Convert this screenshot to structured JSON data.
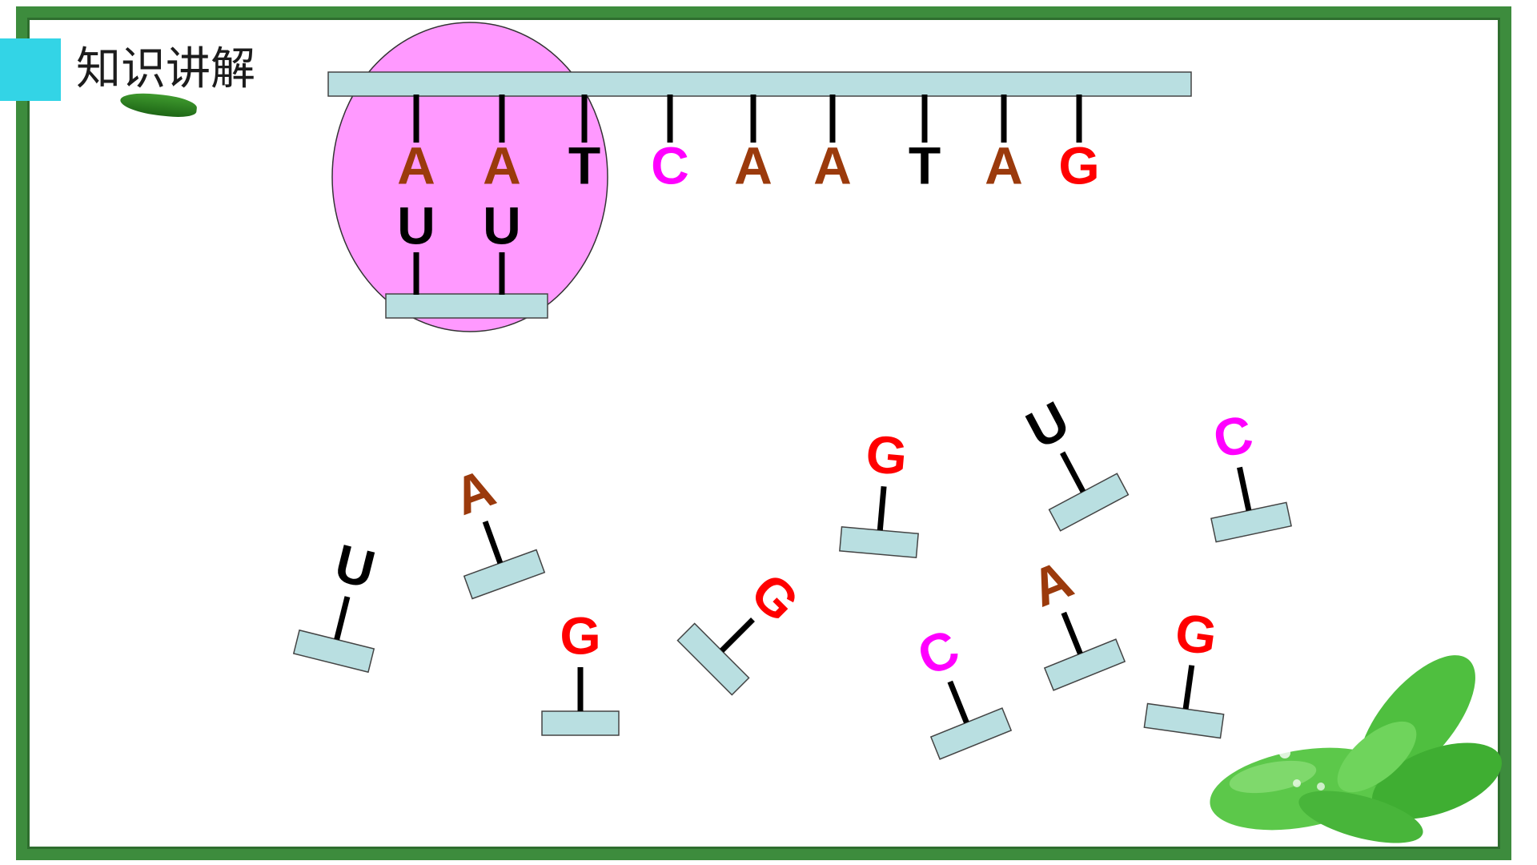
{
  "title": "知识讲解",
  "colors": {
    "A": "#9b3a0c",
    "T": "#000000",
    "U": "#000000",
    "C": "#ff00ff",
    "G": "#ff0000",
    "ribosome": "#ff99ff",
    "strand": "#b9dfe1",
    "frame": "#3d8c3d",
    "accent": "#33d4e6"
  },
  "dna_strand": [
    "A",
    "A",
    "T",
    "C",
    "A",
    "A",
    "T",
    "A",
    "G"
  ],
  "paired_rna": [
    "U",
    "U"
  ],
  "free_nucleotides": [
    "U",
    "A",
    "G",
    "G",
    "G",
    "U",
    "C",
    "C",
    "A",
    "G"
  ],
  "icons": [
    "leaf-icon",
    "leaf-cluster-icon"
  ]
}
